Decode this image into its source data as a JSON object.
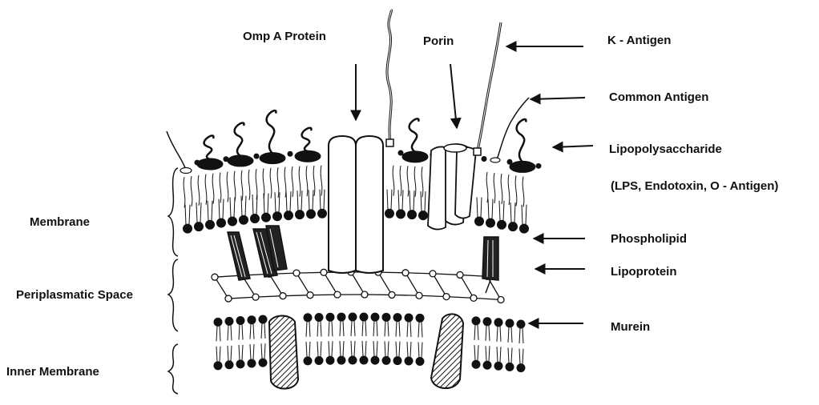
{
  "labels": {
    "omp_a_protein": "Omp A Protein",
    "porin": "Porin",
    "k_antigen": "K - Antigen",
    "common_antigen": "Common Antigen",
    "lipopolysaccharide": "Lipopolysaccharide",
    "lps_note": "(LPS, Endotoxin, O - Antigen)",
    "phospholipid": "Phospholipid",
    "lipoprotein": "Lipoprotein",
    "murein": "Murein",
    "membrane": "Membrane",
    "periplasmatic_space": "Periplasmatic Space",
    "inner_membrane": "Inner Membrane"
  },
  "colors": {
    "ink": "#111111",
    "paper": "#ffffff"
  }
}
